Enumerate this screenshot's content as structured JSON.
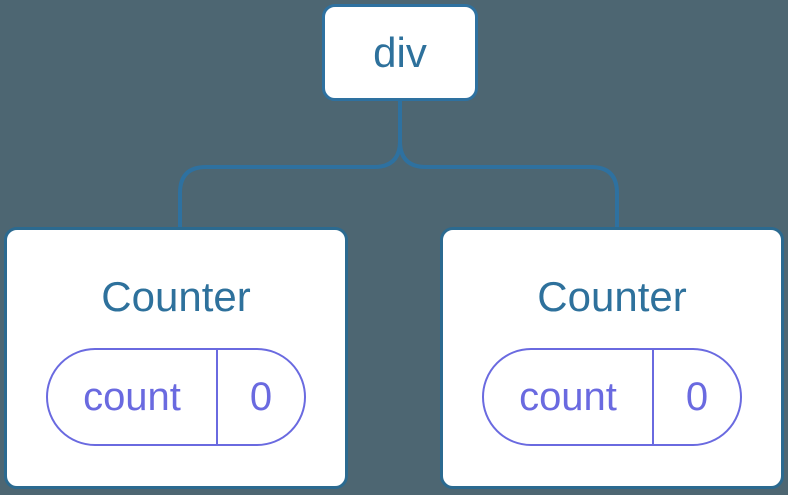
{
  "diagram": {
    "description": "Component tree: div root with two Counter children, each holding state count = 0",
    "root": {
      "label": "div"
    },
    "children": [
      {
        "title": "Counter",
        "state": {
          "key": "count",
          "value": "0"
        }
      },
      {
        "title": "Counter",
        "state": {
          "key": "count",
          "value": "0"
        }
      }
    ]
  },
  "colors": {
    "background": "#4d6672",
    "line_blue": "#2e71a0",
    "text_blue": "#2e719c",
    "card_border_blue": "#2b6a90",
    "state_purple": "#6a6ae0",
    "card_bg": "#ffffff"
  }
}
